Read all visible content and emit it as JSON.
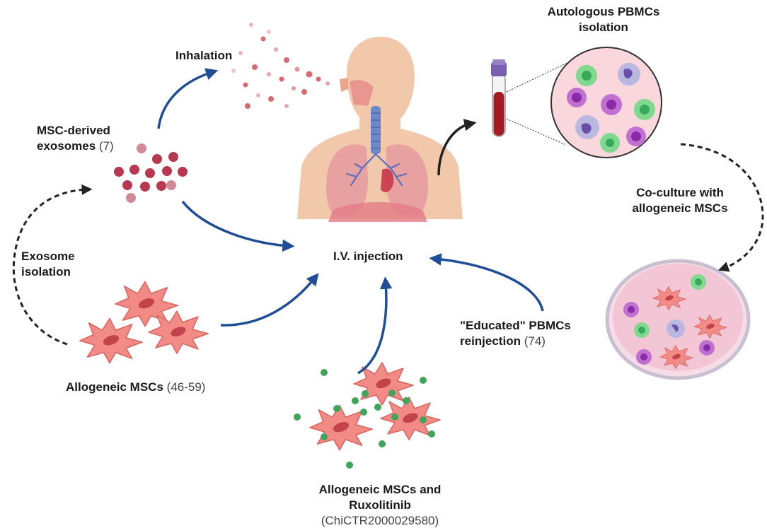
{
  "labels": {
    "inhalation": "Inhalation",
    "msc_exo_line1": "MSC-derived",
    "msc_exo_line2": "exosomes",
    "msc_exo_ref": "(7)",
    "exo_iso_line1": "Exosome",
    "exo_iso_line2": "isolation",
    "allo_msc": "Allogeneic MSCs",
    "allo_msc_ref": "(46-59)",
    "iv": "I.V. injection",
    "auto_line1": "Autologous PBMCs",
    "auto_line2": "isolation",
    "coculture_line1": "Co-culture with",
    "coculture_line2": "allogeneic MSCs",
    "educated_line1": "\"Educated\" PBMCs",
    "educated_line2": "reinjection",
    "educated_ref": "(74)",
    "rux_line1": "Allogeneic MSCs and",
    "rux_line2": "Ruxolitinib",
    "rux_ref": "(ChiCTR2000029580)"
  },
  "colors": {
    "arrow_blue": "#1f4e96",
    "msc_pink": "#f28b85",
    "exosome_red": "#b8394f",
    "body_skin": "#f1c8a9",
    "pbmc_green": "#55c77a",
    "pbmc_purple": "#a24fbf"
  },
  "icons": [
    "human-torso-lungs-icon",
    "blood-tube-icon",
    "petri-dish-icon",
    "msc-cell-icon",
    "exosome-icon",
    "pbmc-circle-icon"
  ]
}
